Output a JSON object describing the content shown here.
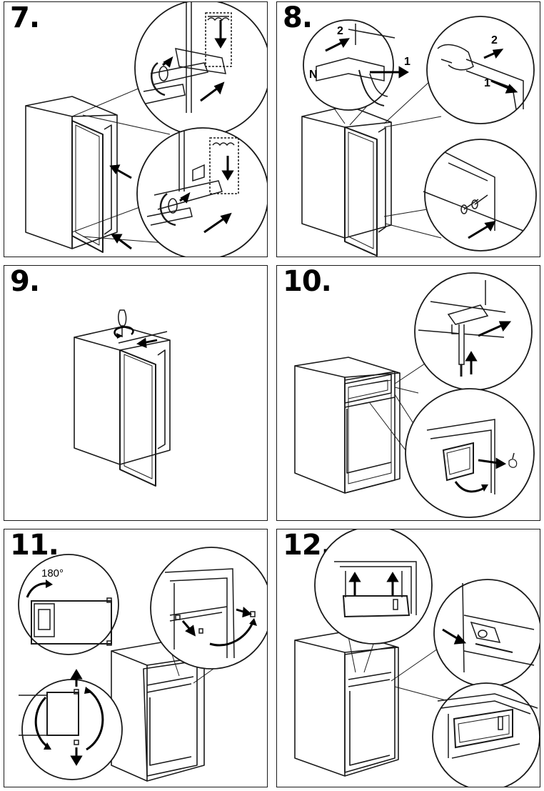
{
  "steps": [
    {
      "number": "7."
    },
    {
      "number": "8.",
      "labels": {
        "n": "N",
        "one_a": "1",
        "two_a": "2",
        "one_b": "1",
        "two_b": "2"
      }
    },
    {
      "number": "9."
    },
    {
      "number": "10."
    },
    {
      "number": "11.",
      "labels": {
        "rotation": "180°"
      }
    },
    {
      "number": "12."
    }
  ]
}
